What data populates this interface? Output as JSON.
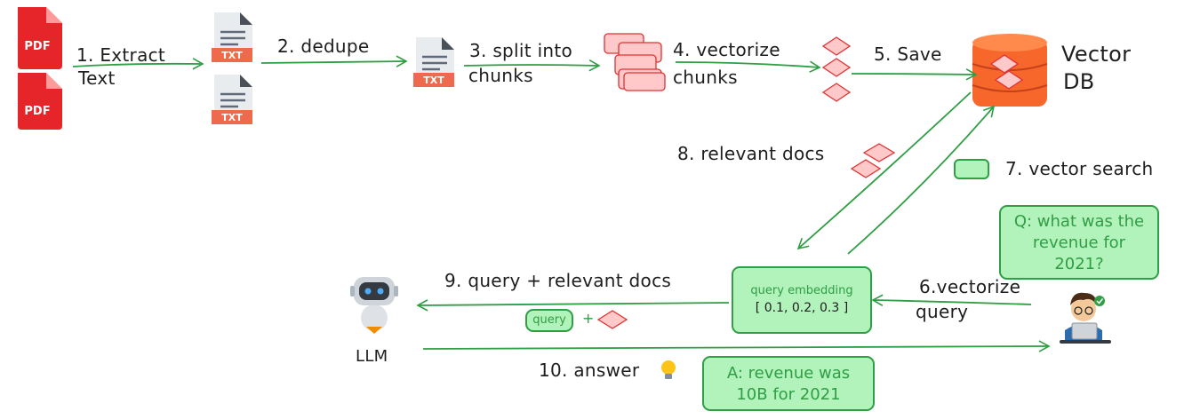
{
  "sources": {
    "pdf_label": "PDF",
    "txt_label": "TXT"
  },
  "steps": {
    "extract_line1": "1. Extract",
    "extract_line2": "Text",
    "dedupe": "2. dedupe",
    "split_line1": "3. split into",
    "split_line2": "chunks",
    "vectorize_line1": "4. vectorize",
    "vectorize_line2": "chunks",
    "save": "5. Save",
    "vectorize_query_line1": "6.vectorize",
    "vectorize_query_line2": "query",
    "vector_search": "7. vector search",
    "relevant_docs": "8. relevant docs",
    "query_relevant_docs": "9. query + relevant docs",
    "answer": "10. answer"
  },
  "vector_db": {
    "line1": "Vector",
    "line2": "DB"
  },
  "llm": {
    "label": "LLM"
  },
  "query_embedding": {
    "title": "query embedding",
    "values": "[ 0.1,  0.2,  0.3 ]"
  },
  "query_chip": {
    "label": "query",
    "plus": "+"
  },
  "user_question": {
    "line1": "Q: what was the",
    "line2": "revenue for",
    "line3": "2021?"
  },
  "answer_box": {
    "line1": "A: revenue was",
    "line2": "10B for 2021"
  },
  "colors": {
    "arrow": "#2f9e44",
    "box_fill": "#b2f2bb",
    "chunk_fill": "#ffc9c9",
    "chunk_stroke": "#e03131",
    "pdf_red": "#e5252a",
    "db_orange": "#f7672b"
  }
}
